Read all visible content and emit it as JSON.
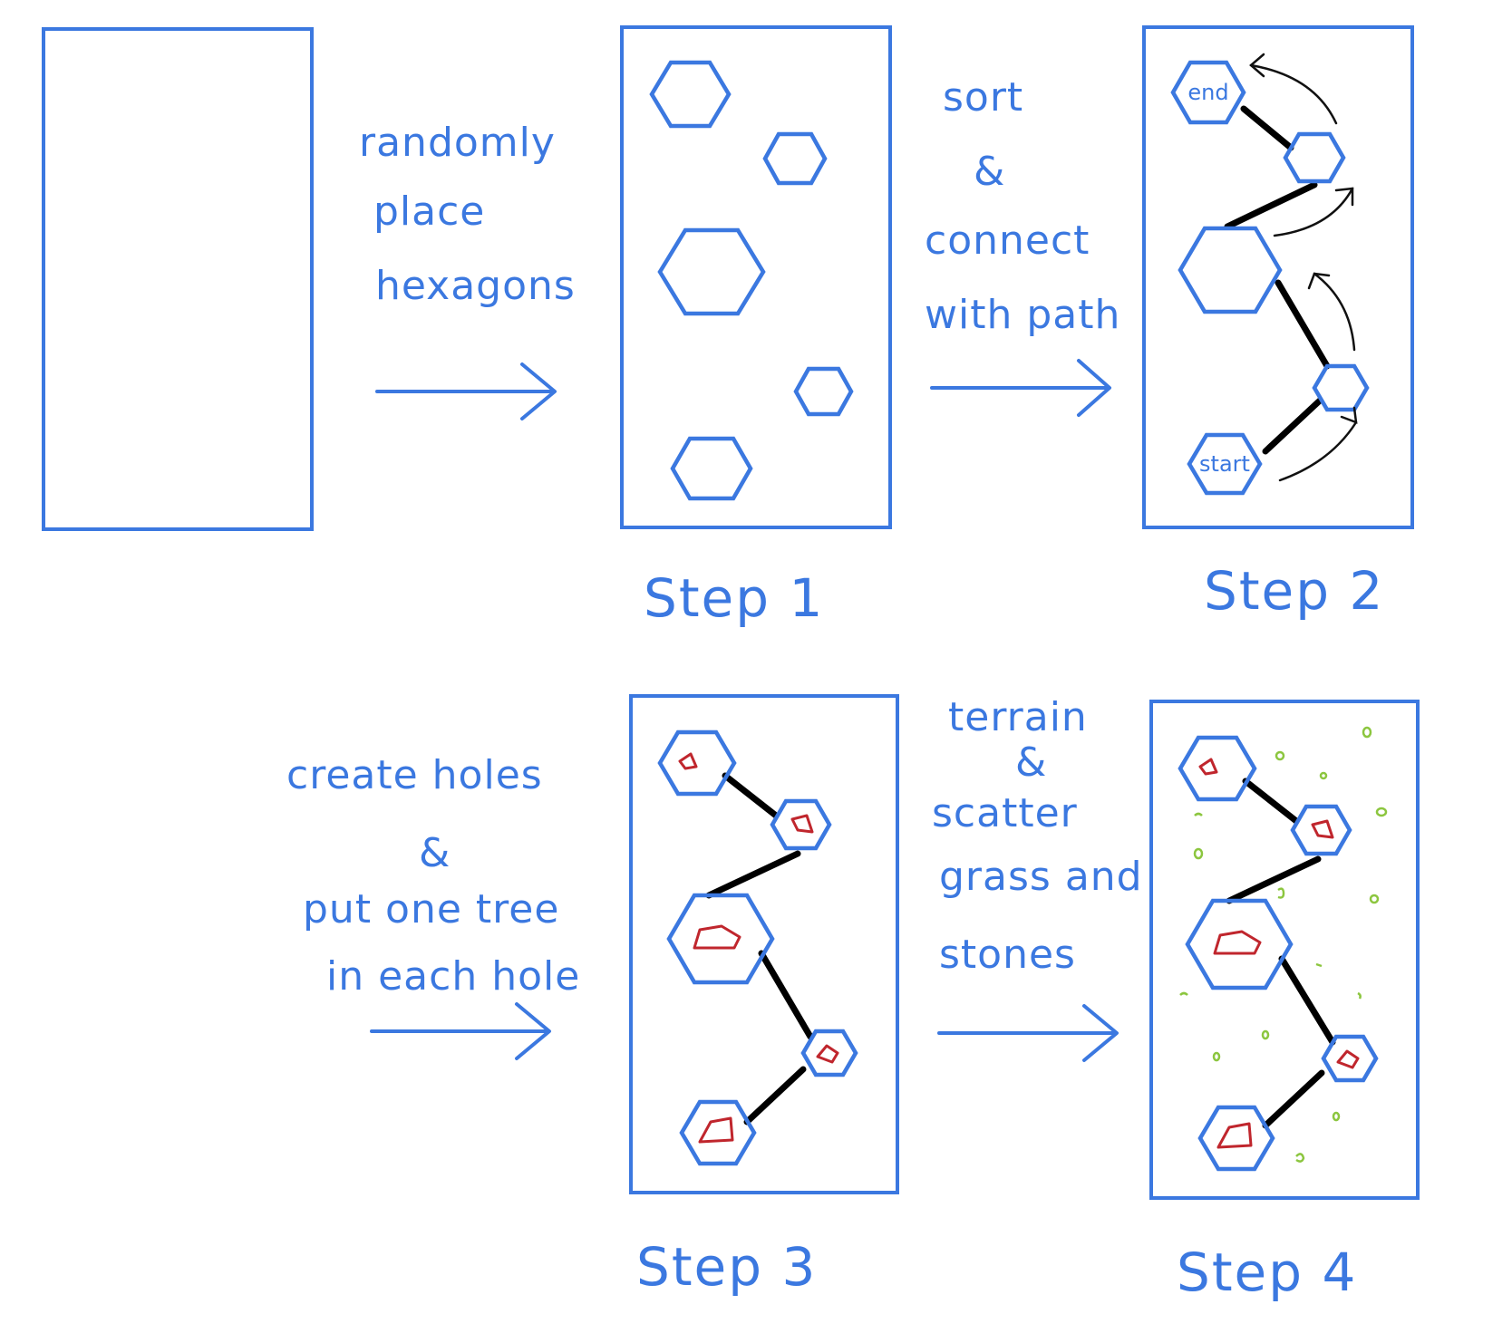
{
  "colors": {
    "outline": "#3b78e0",
    "path": "#000000",
    "tree": "#c0262d",
    "grass": "#8cc63f",
    "arrow_thin": "#111111"
  },
  "captions": {
    "step1_instruction": [
      "randomly",
      "place",
      "hexagons"
    ],
    "step2_instruction": [
      "sort",
      "&",
      "connect",
      "with path"
    ],
    "step3_instruction": [
      "create holes",
      "&",
      "put one tree",
      "in each hole"
    ],
    "step4_instruction": [
      "terrain",
      "&",
      "scatter",
      "grass and",
      "stones"
    ]
  },
  "step_labels": {
    "step1": "Step 1",
    "step2": "Step 2",
    "step3": "Step 3",
    "step4": "Step 4"
  },
  "hex_tags": {
    "end": "end",
    "start": "start"
  }
}
